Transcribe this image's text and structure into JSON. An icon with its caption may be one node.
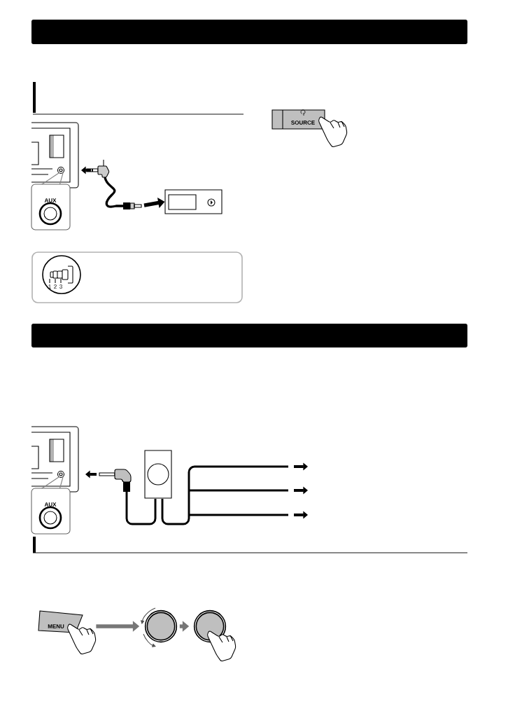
{
  "diagram": {
    "nodes": [
      {
        "text": [],
        "shape": "box"
      },
      {
        "text": [
          "MENU"
        ]
      },
      {
        "text": [],
        "shape": "circle"
      },
      {
        "text": [],
        "shape": "circle"
      }
    ],
    "edges": [
      {
        "from": null,
        "to": 0,
        "arrow": "to",
        "color": "#000000"
      },
      {
        "from": 1,
        "to": 2,
        "arrow": "to",
        "color": "#777777"
      },
      {
        "from": 2,
        "to": 3,
        "arrow": "to",
        "color": "#777777"
      }
    ],
    "labels": [
      "SOURCE",
      "AUX",
      "1",
      "2",
      "3",
      "AUX"
    ]
  }
}
